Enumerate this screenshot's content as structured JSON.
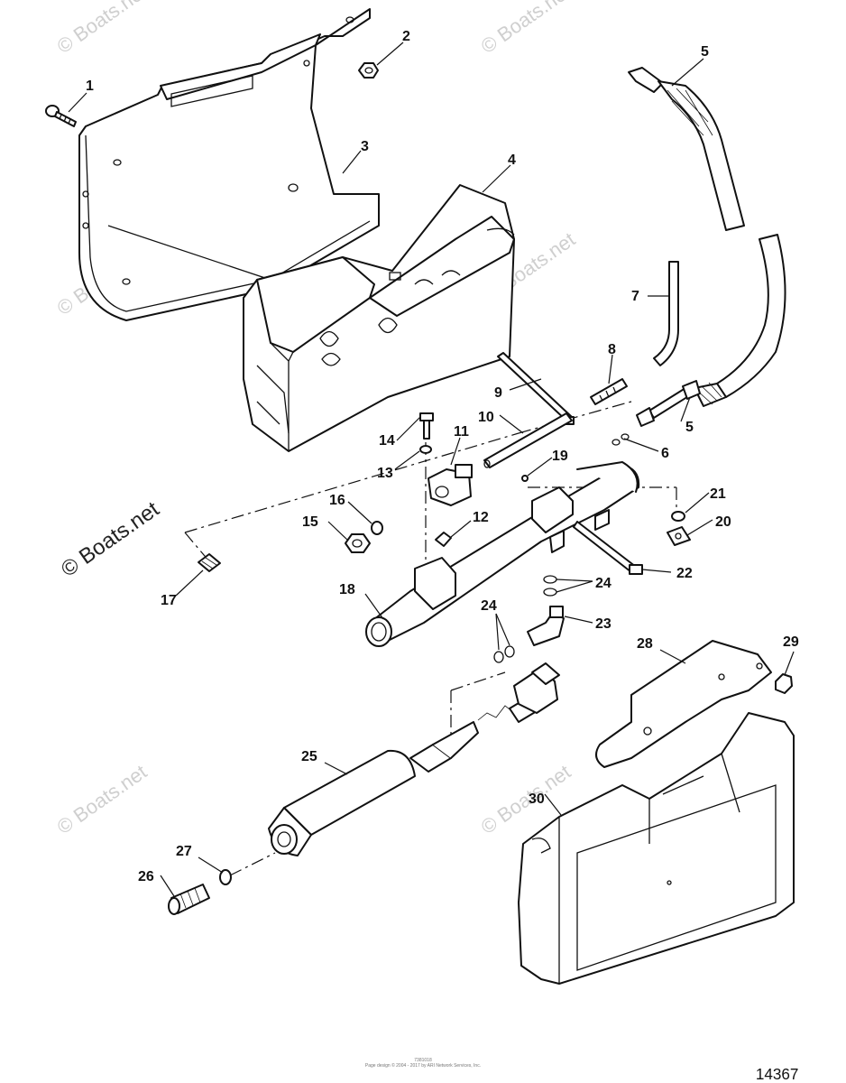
{
  "watermark_text": "© Boats.net",
  "main_watermark_text": "© Boats.net",
  "figure_number": "14367",
  "footer_line1": "7381018",
  "footer_line2": "Page design © 2004 - 2017 by ARI Network Services, Inc.",
  "callouts": [
    "1",
    "2",
    "3",
    "4",
    "5",
    "5",
    "6",
    "7",
    "8",
    "9",
    "10",
    "11",
    "12",
    "13",
    "14",
    "15",
    "16",
    "17",
    "18",
    "19",
    "20",
    "21",
    "22",
    "23",
    "24",
    "24",
    "25",
    "26",
    "27",
    "28",
    "29",
    "30"
  ]
}
